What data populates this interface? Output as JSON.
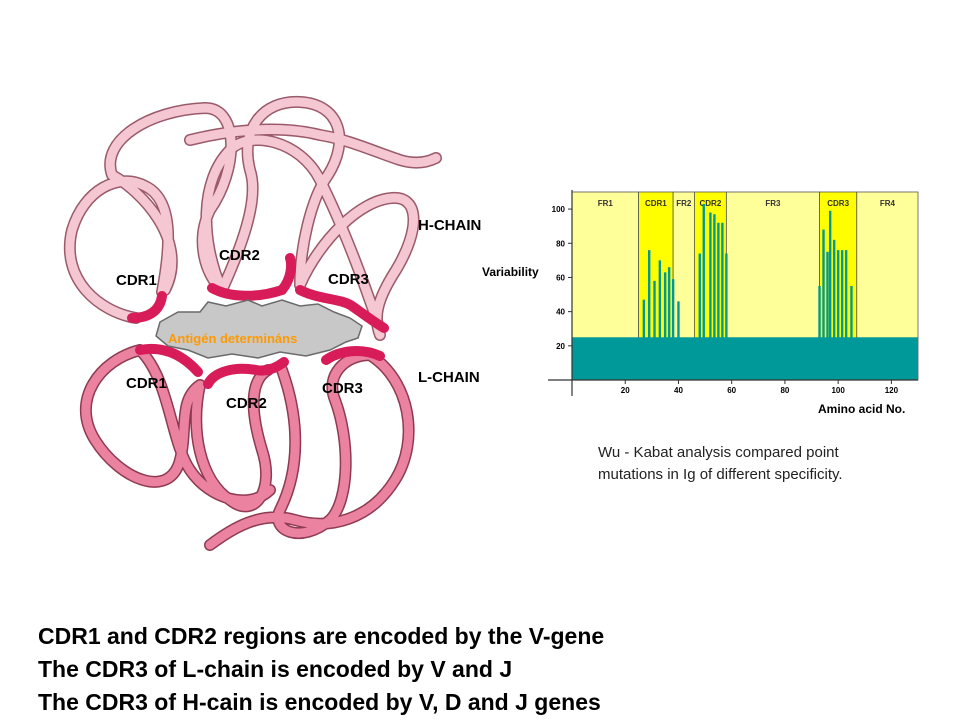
{
  "diagram": {
    "h_chain_label": "H-CHAIN",
    "l_chain_label": "L-CHAIN",
    "antigen_label": "Antigén determináns",
    "cdr_labels": {
      "h_cdr1": "CDR1",
      "h_cdr2": "CDR2",
      "h_cdr3": "CDR3",
      "l_cdr1": "CDR1",
      "l_cdr2": "CDR2",
      "l_cdr3": "CDR3"
    },
    "colors": {
      "h_chain": "#f4c7d3",
      "l_chain": "#ea82a0",
      "cdr": "#d81c5a",
      "antigen": "#c8c8c8",
      "antigen_text": "#ff9900"
    }
  },
  "chart_data": {
    "type": "bar",
    "ylabel": "Variability",
    "xlabel": "Amino acid No.",
    "xlim": [
      0,
      130
    ],
    "ylim": [
      0,
      110
    ],
    "xticks": [
      20,
      40,
      60,
      80,
      100,
      120
    ],
    "yticks": [
      20,
      40,
      60,
      80,
      100
    ],
    "baseline": 25,
    "regions": [
      {
        "name": "FR1",
        "start": 0,
        "end": 25,
        "cdr": false
      },
      {
        "name": "CDR1",
        "start": 25,
        "end": 38,
        "cdr": true
      },
      {
        "name": "FR2",
        "start": 38,
        "end": 46,
        "cdr": false
      },
      {
        "name": "CDR2",
        "start": 46,
        "end": 58,
        "cdr": true
      },
      {
        "name": "FR3",
        "start": 58,
        "end": 93,
        "cdr": false
      },
      {
        "name": "CDR3",
        "start": 93,
        "end": 107,
        "cdr": true
      },
      {
        "name": "FR4",
        "start": 107,
        "end": 130,
        "cdr": false
      }
    ],
    "bars": [
      {
        "x": 27,
        "value": 47
      },
      {
        "x": 29,
        "value": 76
      },
      {
        "x": 31,
        "value": 58
      },
      {
        "x": 33,
        "value": 70
      },
      {
        "x": 35,
        "value": 63
      },
      {
        "x": 36.5,
        "value": 66
      },
      {
        "x": 38,
        "value": 59
      },
      {
        "x": 40,
        "value": 46
      },
      {
        "x": 48,
        "value": 74
      },
      {
        "x": 49.5,
        "value": 103
      },
      {
        "x": 52,
        "value": 98
      },
      {
        "x": 53.5,
        "value": 97
      },
      {
        "x": 55,
        "value": 92
      },
      {
        "x": 56.5,
        "value": 92
      },
      {
        "x": 58,
        "value": 74
      },
      {
        "x": 93,
        "value": 55
      },
      {
        "x": 94.5,
        "value": 88
      },
      {
        "x": 96,
        "value": 75
      },
      {
        "x": 97,
        "value": 99
      },
      {
        "x": 98.5,
        "value": 82
      },
      {
        "x": 100,
        "value": 76
      },
      {
        "x": 101.5,
        "value": 76
      },
      {
        "x": 103,
        "value": 76
      },
      {
        "x": 105,
        "value": 55
      }
    ],
    "colors": {
      "fr": "#ffff99",
      "cdr": "#ffff00",
      "bar": "#009999",
      "baseline": "#009999"
    }
  },
  "caption": {
    "line1": "Wu - Kabat analysis compared point",
    "line2": "mutations in Ig of different specificity."
  },
  "bottom_text": {
    "line1": "CDR1 and CDR2 regions are encoded by the V-gene",
    "line2": "The CDR3 of L-chain is encoded by V and J",
    "line3": "The CDR3 of H-cain is encoded by V, D and J genes"
  }
}
